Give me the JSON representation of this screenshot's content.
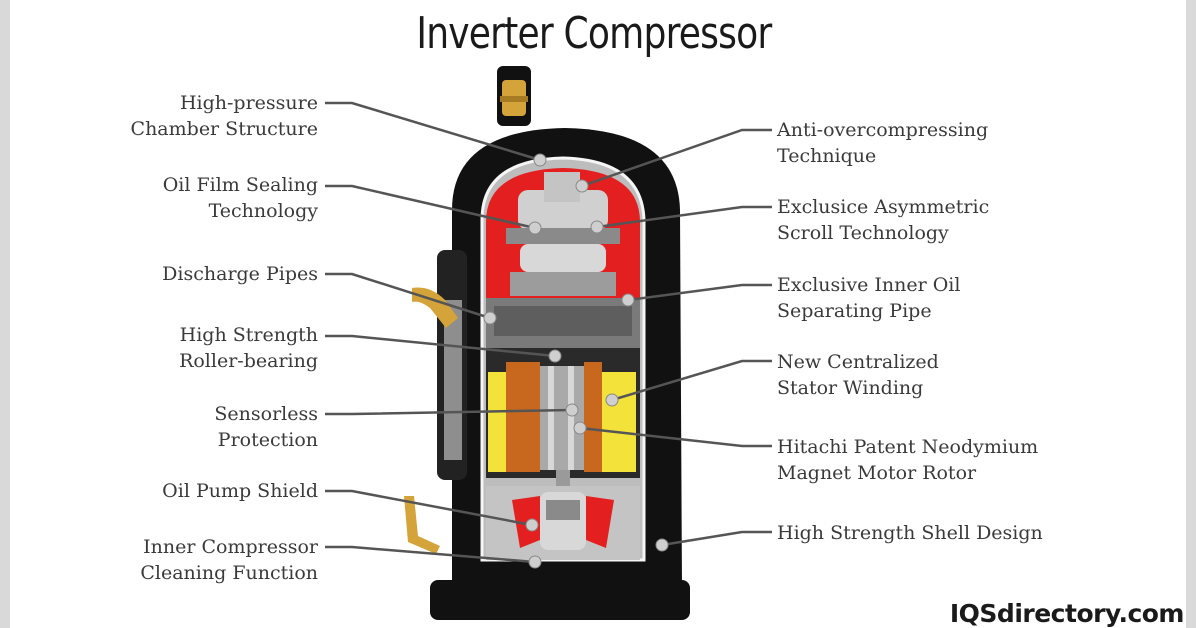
{
  "title": "Inverter Compressor",
  "labels_left": [
    "High-pressure\nChamber Structure",
    "Oil Film Sealing\nTechnology",
    "Discharge Pipes",
    "High Strength\nRoller-bearing",
    "Sensorless\nProtection",
    "Oil Pump Shield",
    "Inner Compressor\nCleaning Function"
  ],
  "labels_right": [
    "Anti-overcompressing\nTechnique",
    "Exclusice Asymmetric\nScroll Technology",
    "Exclusive Inner Oil\nSeparating Pipe",
    "New Centralized\nStator Winding",
    "Hitachi Patent Neodymium\nMagnet Motor Rotor",
    "High Strength Shell Design"
  ],
  "watermark": "IQSdirectory.com",
  "colors": {
    "shell": "#111111",
    "cutaway_red": "#e3201f",
    "stator_yellow": "#f2e23a",
    "copper": "#c8671e",
    "brass": "#d4a33a",
    "steel": "#9a9a9a",
    "leader": "#555555"
  }
}
